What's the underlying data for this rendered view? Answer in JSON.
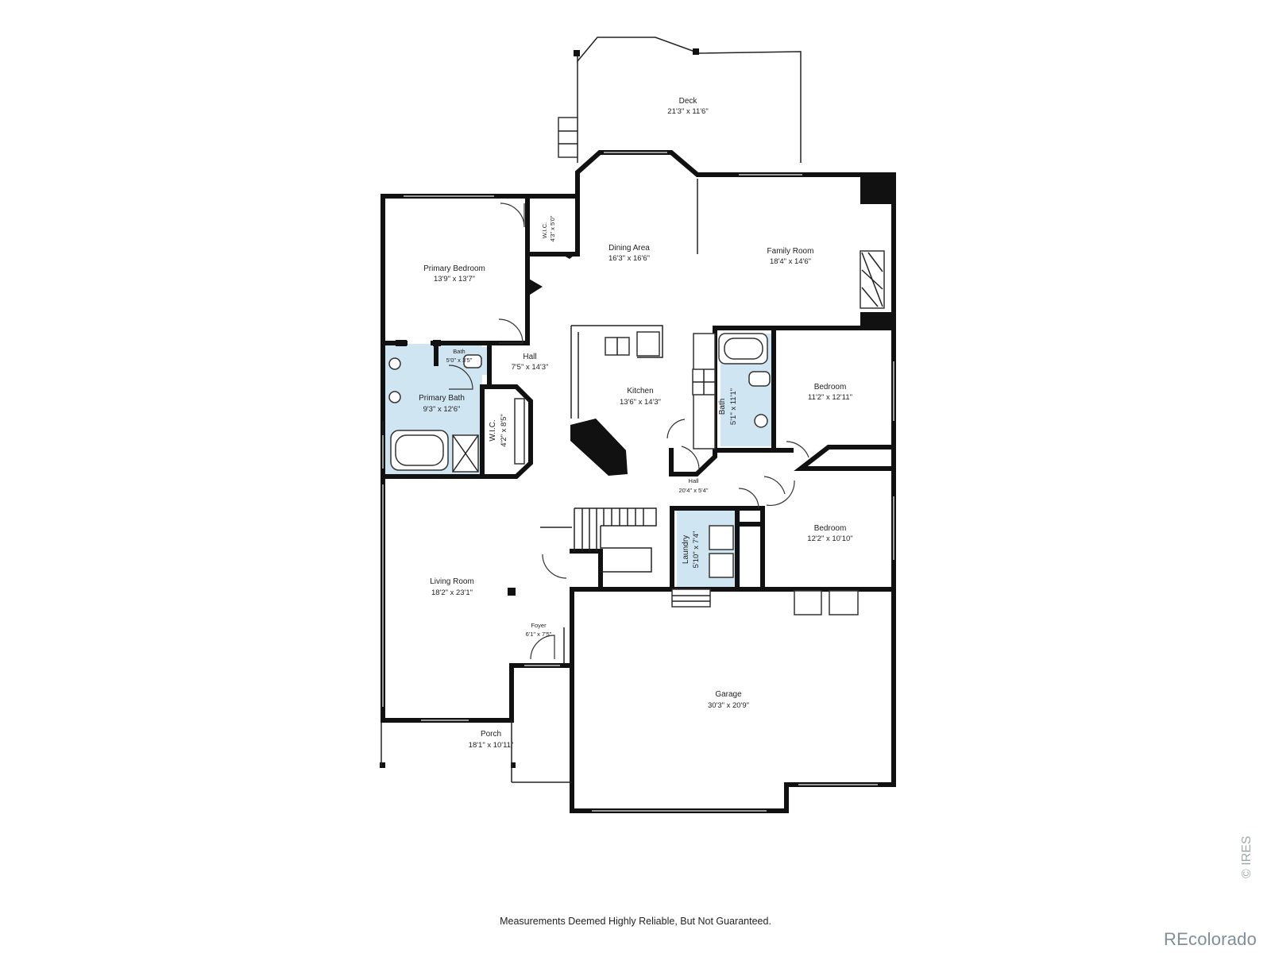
{
  "rooms": [
    {
      "id": "deck",
      "name": "Deck",
      "dims": "21'3\" x 11'6\""
    },
    {
      "id": "dining",
      "name": "Dining Area",
      "dims": "16'3\" x 16'6\""
    },
    {
      "id": "family",
      "name": "Family Room",
      "dims": "18'4\" x 14'6\""
    },
    {
      "id": "primary-bedroom",
      "name": "Primary Bedroom",
      "dims": "13'9\" x 13'7\""
    },
    {
      "id": "wic-top",
      "name": "W.I.C.",
      "dims": "4'3\" x 5'0\""
    },
    {
      "id": "hall-top",
      "name": "Hall",
      "dims": "7'5\" x 14'3\""
    },
    {
      "id": "bath-small",
      "name": "Bath",
      "dims": "5'0\" x 3'5\""
    },
    {
      "id": "primary-bath",
      "name": "Primary Bath",
      "dims": "9'3\" x 12'6\""
    },
    {
      "id": "wic-mid",
      "name": "W.I.C.",
      "dims": "4'2\" x 8'5\""
    },
    {
      "id": "kitchen",
      "name": "Kitchen",
      "dims": "13'6\" x 14'3\""
    },
    {
      "id": "bath-mid",
      "name": "Bath",
      "dims": "5'1\" x 11'1\""
    },
    {
      "id": "bedroom-upper",
      "name": "Bedroom",
      "dims": "11'2\" x 12'11\""
    },
    {
      "id": "hall-mid",
      "name": "Hall",
      "dims": "20'4\" x 5'4\""
    },
    {
      "id": "bedroom-lower",
      "name": "Bedroom",
      "dims": "12'2\" x 10'10\""
    },
    {
      "id": "laundry",
      "name": "Laundry",
      "dims": "5'10\" x 7'4\""
    },
    {
      "id": "living",
      "name": "Living Room",
      "dims": "18'2\" x 23'1\""
    },
    {
      "id": "foyer",
      "name": "Foyer",
      "dims": "6'1\" x 7'5\""
    },
    {
      "id": "garage",
      "name": "Garage",
      "dims": "30'3\" x 20'9\""
    },
    {
      "id": "porch",
      "name": "Porch",
      "dims": "18'1\" x 10'11\""
    }
  ],
  "footer": {
    "disclaimer": "Measurements Deemed Highly Reliable, But Not Guaranteed.",
    "brand": "REcolorado",
    "watermark": "© IRES"
  },
  "colors": {
    "wall": "#111111",
    "wet_area": "#cfe6f2",
    "window": "#9a9a9a",
    "brand_text": "#7f8f9a"
  }
}
